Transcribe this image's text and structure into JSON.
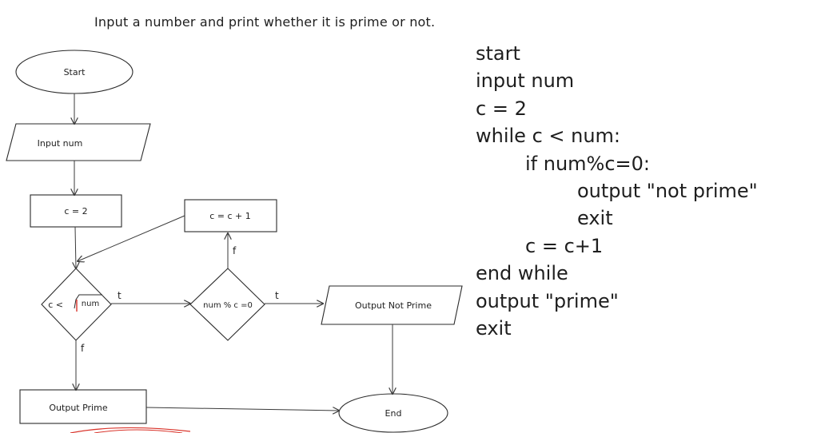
{
  "title": "Input a number and print whether it is prime or not.",
  "flowchart": {
    "nodes": {
      "start": "Start",
      "input": "Input num",
      "init": "c = 2",
      "increment": "c = c + 1",
      "loop_test_prefix": "c <",
      "loop_test_num": "num",
      "divisible_test": "num % c =0",
      "output_not_prime": "Output Not Prime",
      "output_prime": "Output Prime",
      "end": "End"
    },
    "edge_labels": {
      "loop_true": "t",
      "loop_false": "f",
      "divisible_true": "t",
      "divisible_false": "f"
    }
  },
  "pseudocode": [
    {
      "indent": 0,
      "text": "start"
    },
    {
      "indent": 0,
      "text": "input num"
    },
    {
      "indent": 0,
      "text": "c = 2"
    },
    {
      "indent": 0,
      "text": "while c < num:"
    },
    {
      "indent": 1,
      "text": "if num%c=0:"
    },
    {
      "indent": 2,
      "text": "output \"not prime\""
    },
    {
      "indent": 2,
      "text": "exit"
    },
    {
      "indent": 1,
      "text": "c = c+1"
    },
    {
      "indent": 0,
      "text": "end while"
    },
    {
      "indent": 0,
      "text": "output \"prime\""
    },
    {
      "indent": 0,
      "text": "exit"
    }
  ]
}
